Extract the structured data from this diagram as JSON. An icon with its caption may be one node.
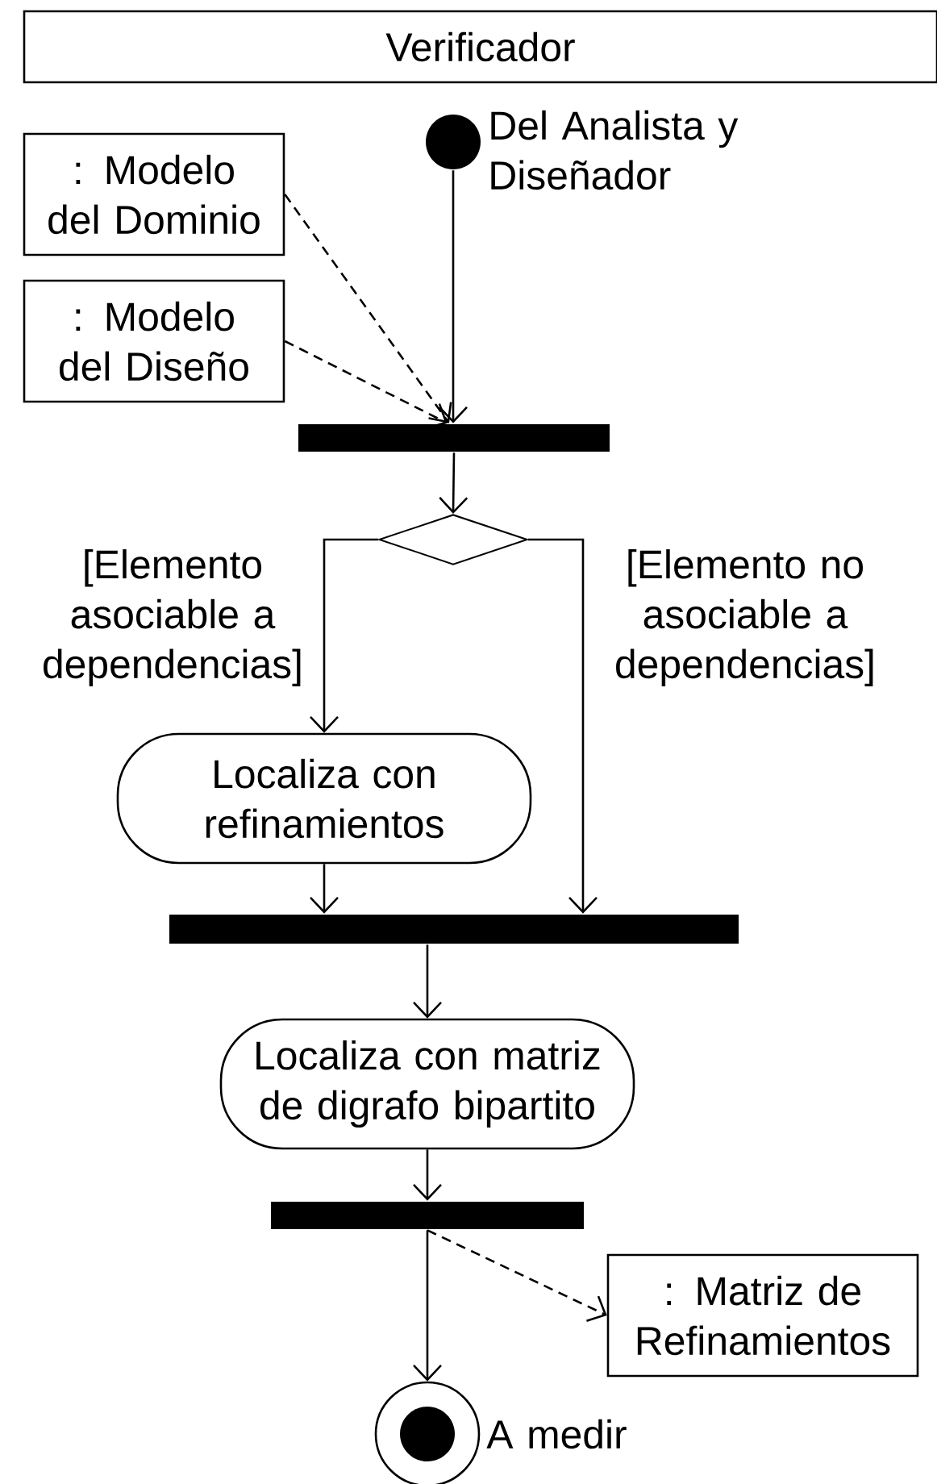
{
  "diagram": {
    "nodes": [
      {
        "text": [
          "Verificador"
        ]
      },
      {
        "text": [],
        "shape": "circle",
        "beside": [
          "Del Analista y Diseñador"
        ]
      },
      {
        "text": [
          ": Modelo del Dominio"
        ]
      },
      {
        "text": [
          ": Modelo del Diseño"
        ]
      },
      {
        "text": [],
        "shape": "bar"
      },
      {
        "text": [],
        "shape": "diamond"
      },
      {
        "text": [
          "Localiza con refinamientos"
        ]
      },
      {
        "text": [],
        "shape": "bar"
      },
      {
        "text": [
          "Localiza con matriz de digrafo bipartito"
        ]
      },
      {
        "text": [],
        "shape": "bar"
      },
      {
        "text": [
          ": Matriz de Refinamientos"
        ]
      },
      {
        "text": [],
        "shape": "circle",
        "beside": [
          "A medir"
        ]
      }
    ],
    "edges": [
      {
        "from": 1,
        "to": 4,
        "arrow": "to"
      },
      {
        "from": 2,
        "to": 4,
        "arrow": "to",
        "style": "dashed"
      },
      {
        "from": 3,
        "to": 4,
        "arrow": "to",
        "style": "dashed"
      },
      {
        "from": 4,
        "to": 5,
        "arrow": "to"
      },
      {
        "from": 5,
        "to": 6,
        "arrow": "to",
        "label": "[Elemento asociable a dependencias]"
      },
      {
        "from": 5,
        "to": 7,
        "arrow": "to",
        "label": "[Elemento no asociable a dependencias]"
      },
      {
        "from": 6,
        "to": 7,
        "arrow": "to"
      },
      {
        "from": 7,
        "to": 8,
        "arrow": "to"
      },
      {
        "from": 8,
        "to": 9,
        "arrow": "to"
      },
      {
        "from": 9,
        "to": 11,
        "arrow": "to"
      },
      {
        "from": 9,
        "to": 10,
        "arrow": "to",
        "style": "dashed"
      }
    ]
  }
}
